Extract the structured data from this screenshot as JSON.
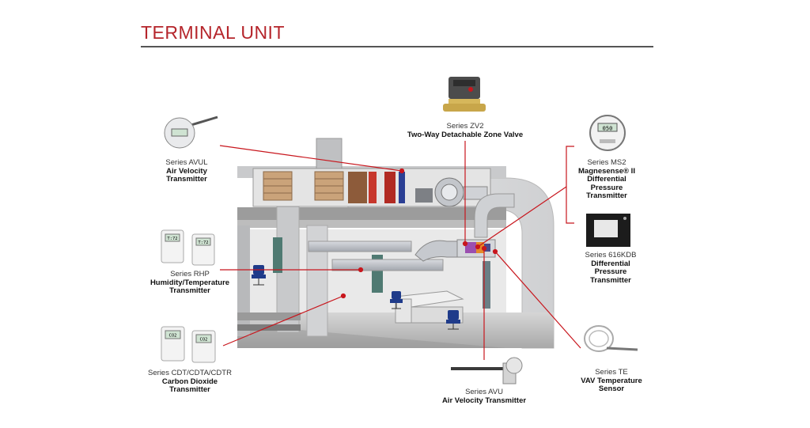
{
  "page": {
    "title": "TERMINAL UNIT",
    "accent": "#b5252b"
  },
  "products": {
    "zv2": {
      "series": "Series ZV2",
      "desc": [
        "Two-Way Detachable Zone Valve"
      ]
    },
    "avul": {
      "series": "Series AVUL",
      "desc": [
        "Air Velocity",
        "Transmitter"
      ]
    },
    "ms2": {
      "series": "Series MS2",
      "desc": [
        "Magnesense® II",
        "Differential",
        "Pressure",
        "Transmitter"
      ]
    },
    "kdb": {
      "series": "Series 616KDB",
      "desc": [
        "Differential",
        "Pressure",
        "Transmitter"
      ]
    },
    "rhp": {
      "series": "Series RHP",
      "desc": [
        "Humidity/Temperature",
        "Transmitter"
      ]
    },
    "cdt": {
      "series": "Series CDT/CDTA/CDTR",
      "desc": [
        "Carbon Dioxide",
        "Transmitter"
      ]
    },
    "avu": {
      "series": "Series AVU",
      "desc": [
        "Air Velocity Transmitter"
      ]
    },
    "te": {
      "series": "Series TE",
      "desc": [
        "VAV Temperature",
        "Sensor"
      ]
    }
  },
  "display_readings": {
    "ms2": "050",
    "rhp_a": "T:72",
    "rhp_b": "T:72",
    "cdt_a": "CO2",
    "cdt_b": "CO2"
  },
  "icons": [
    "zone-valve",
    "duct-probe",
    "pressure-gauge",
    "pressure-transmitter-box",
    "wall-sensor",
    "insertion-probe",
    "temperature-probe"
  ],
  "colors": {
    "leader": "#c8161d",
    "bracket": "#c8161d",
    "wall": "#d9dadb",
    "floor": "#bfbfbf"
  }
}
